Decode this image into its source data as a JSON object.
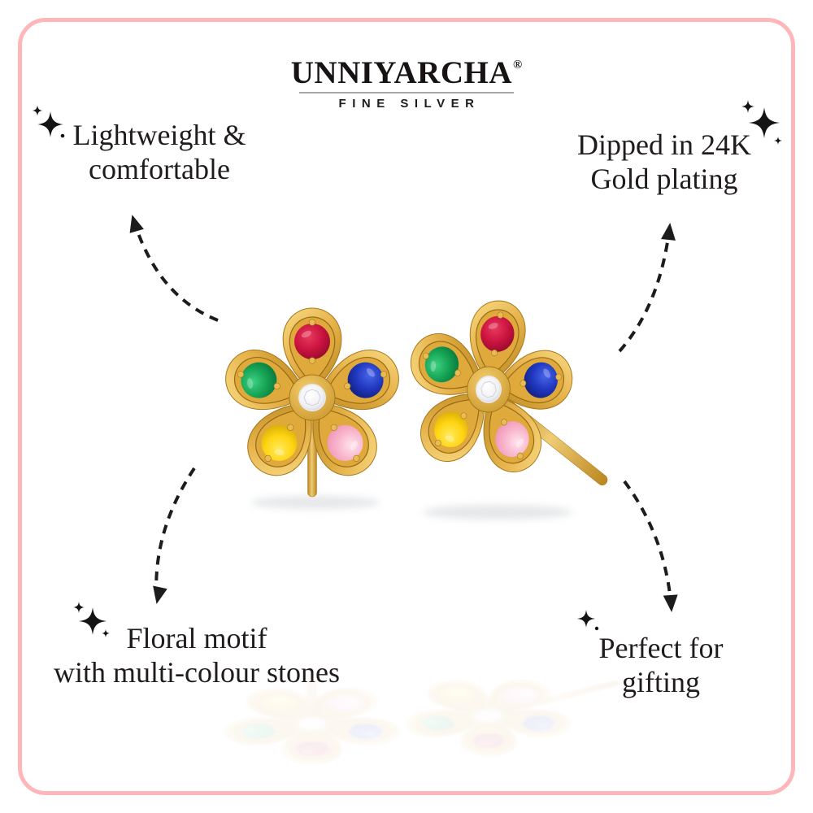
{
  "brand": {
    "wordmark": "UNNIYARCHA",
    "registered_mark": "®",
    "tagline": "FINE SILVER"
  },
  "features": {
    "top_left": {
      "line1": "Lightweight &",
      "line2": "comfortable"
    },
    "top_right": {
      "line1": "Dipped in 24K",
      "line2": "Gold plating"
    },
    "bottom_left": {
      "line1": "Floral motif",
      "line2": "with multi-colour stones"
    },
    "bottom_right": {
      "line1": "Perfect for",
      "line2": "gifting"
    }
  },
  "product": {
    "kind": "pair of gold flower stud earrings with multi-colour round stones",
    "metal_color": "#e2ab41",
    "stones": [
      {
        "color_name": "red",
        "hex": "#c2123a",
        "petal": "top"
      },
      {
        "color_name": "blue",
        "hex": "#1e2f9f",
        "petal": "upper-right"
      },
      {
        "color_name": "pink",
        "hex": "#f6b7ce",
        "petal": "lower-right"
      },
      {
        "color_name": "yellow",
        "hex": "#f7d516",
        "petal": "lower-left"
      },
      {
        "color_name": "green",
        "hex": "#159a52",
        "petal": "upper-left"
      },
      {
        "color_name": "white",
        "hex": "#f4f4f7",
        "petal": "center"
      }
    ]
  },
  "colors": {
    "frame_pink": "#ffb6bb",
    "text": "#1d191a",
    "background": "#ffffff",
    "logo_divider": "#a7a7a7",
    "arrow": "#1c1c1c"
  }
}
